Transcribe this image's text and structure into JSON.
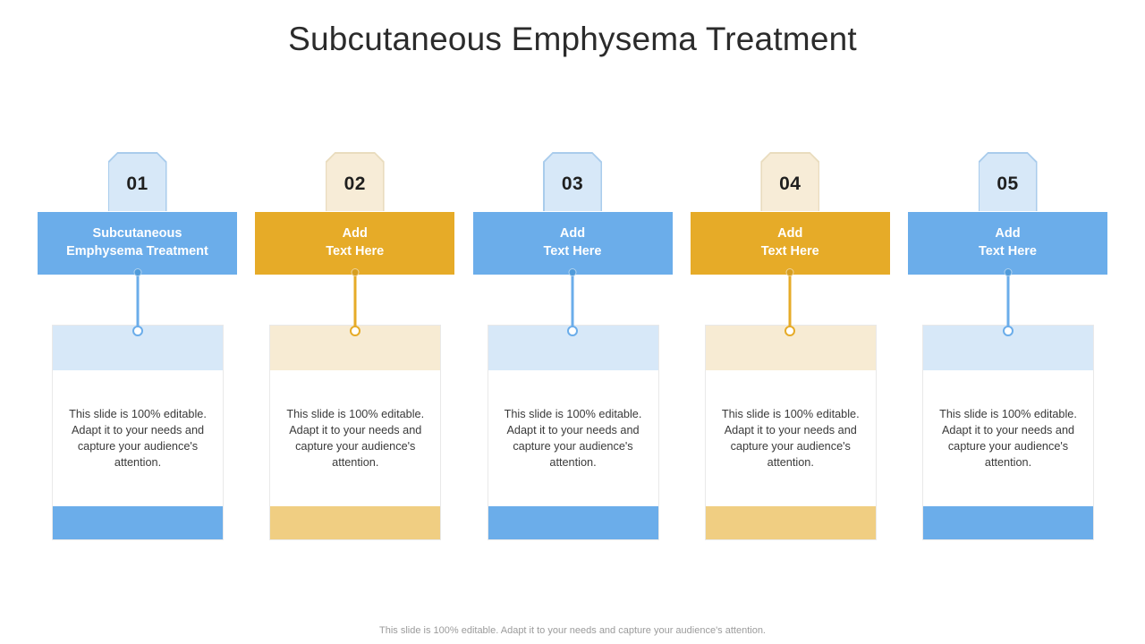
{
  "slide": {
    "title": "Subcutaneous Emphysema Treatment",
    "footer_note": "This slide is 100% editable. Adapt it to your needs and capture your audience's attention."
  },
  "palette": {
    "blue_header": "#6BADEA",
    "blue_light": "#D7E8F8",
    "blue_tag_border": "#A9CCEC",
    "gold_header": "#E6AB28",
    "gold_light": "#F7EBD3",
    "gold_band_bottom": "#F0CE82",
    "gold_tag_fill": "#F7ECD7",
    "title_color": "#2B2B2B",
    "body_text_color": "#3A3A3A",
    "footer_color": "#9B9B9B"
  },
  "columns": [
    {
      "number": "01",
      "theme": "blue",
      "header_text": "Subcutaneous\nEmphysema Treatment",
      "body_text": "This slide is 100% editable. Adapt it to your needs and capture your audience's attention."
    },
    {
      "number": "02",
      "theme": "gold",
      "header_text": "Add\nText Here",
      "body_text": "This slide is 100% editable. Adapt it to your needs and capture your audience's attention."
    },
    {
      "number": "03",
      "theme": "blue",
      "header_text": "Add\nText Here",
      "body_text": "This slide is 100% editable. Adapt it to your needs and capture your audience's attention."
    },
    {
      "number": "04",
      "theme": "gold",
      "header_text": "Add\nText Here",
      "body_text": "This slide is 100% editable. Adapt it to your needs and capture your audience's attention."
    },
    {
      "number": "05",
      "theme": "blue",
      "header_text": "Add\nText Here",
      "body_text": "This slide is 100% editable. Adapt it to your needs and capture your audience's attention."
    }
  ]
}
